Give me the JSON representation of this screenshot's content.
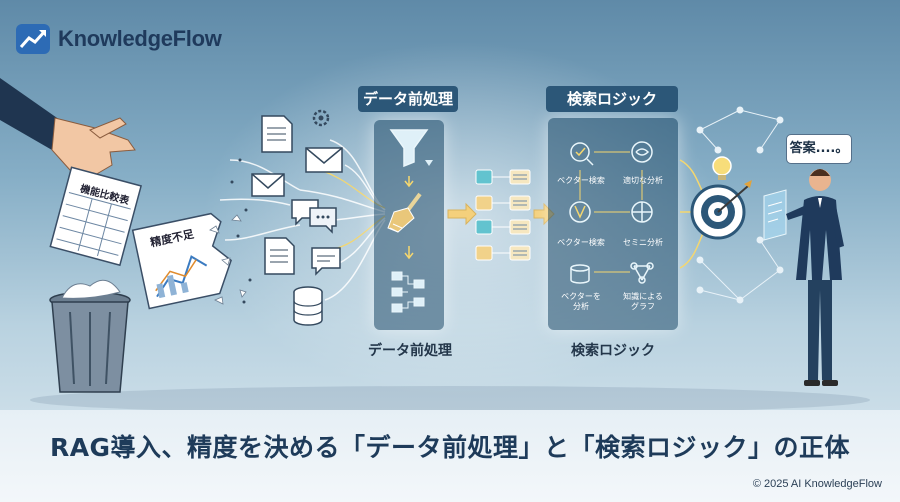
{
  "brand": {
    "name": "KnowledgeFlow",
    "accent": "#2d6bb5"
  },
  "left": {
    "paper_top_label": "機能比較表",
    "paper_chart_label": "精度不足",
    "trash_icon": "trash-can-icon"
  },
  "sources": {
    "icons": [
      "document-icon",
      "gear-icon",
      "mail-icon",
      "chat-icon",
      "database-icon"
    ]
  },
  "preprocess": {
    "title": "データ前処理",
    "caption": "データ前処理",
    "icons": [
      "funnel-icon",
      "brush-icon",
      "flowchart-icon"
    ]
  },
  "search": {
    "title": "検索ロジック",
    "caption": "検索ロジック",
    "nodes": [
      {
        "icon": "magnifier-icon",
        "label": "ベクター検索"
      },
      {
        "icon": "brain-icon",
        "label": "適切な分析"
      },
      {
        "icon": "vector-icon",
        "label": "ベクター検索"
      },
      {
        "icon": "semantic-icon",
        "label": "セミニ分析"
      },
      {
        "icon": "database-icon",
        "label": "ベクターを\n分析"
      },
      {
        "icon": "graph-icon",
        "label": "知識による\nグラフ"
      }
    ]
  },
  "answer": {
    "bubble": "答案....。",
    "target_icon": "target-icon",
    "bulb_icon": "lightbulb-icon"
  },
  "headline": "RAG導入、精度を決める「データ前処理」と「検索ロジック」の正体",
  "copyright": "© 2025 AI KnowledgeFlow",
  "colors": {
    "panel": "#2c5778",
    "headline": "#1e3b5a",
    "flow": "#f5d76e"
  }
}
